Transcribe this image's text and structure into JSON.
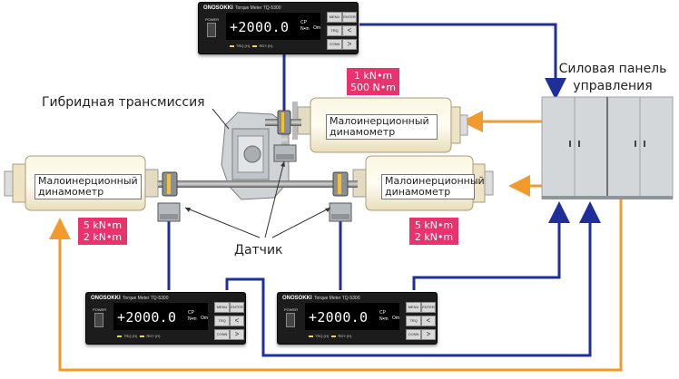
{
  "labels": {
    "panel_line1": "Силовая панель",
    "panel_line2": "управления",
    "hybrid": "Гибридная трансмиссия",
    "sensor": "Датчик"
  },
  "dynamometers": {
    "top": {
      "line1": "Малоинерционный",
      "line2": "динамометр"
    },
    "left": {
      "line1": "Малоинерционный",
      "line2": "динамометр"
    },
    "right": {
      "line1": "Малоинерционный",
      "line2": "динамометр"
    }
  },
  "badges": {
    "top": {
      "line1": "1 kN•m",
      "line2": "500 N•m"
    },
    "left": {
      "line1": "5 kN•m",
      "line2": "2 kN•m"
    },
    "right": {
      "line1": "5 kN•m",
      "line2": "2 kN•m"
    }
  },
  "meter": {
    "brand": "ONOSOKKI",
    "model": "Torque Meter  TQ-5300",
    "power": "POWER",
    "reading": "+2000.0",
    "unit_top": "CP",
    "unit_bottom": "N•m",
    "unit_extra": "Om",
    "led1": "TRQ (H)",
    "led2": "RDY (H)",
    "btn_menu": "MENU",
    "btn_enter": "ENTER",
    "btn_trq": "TRQ ZERO",
    "btn_conn": "CONN",
    "chev_left": "<",
    "chev_right": ">"
  },
  "colors": {
    "signal_line": "#1f2f9a",
    "control_line": "#f39a2d",
    "badge": "#e8336d",
    "cabinet": "#d4d7da"
  }
}
